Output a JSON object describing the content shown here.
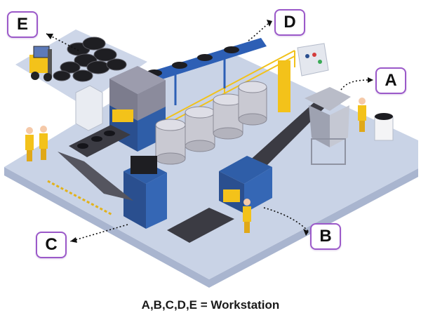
{
  "workstations": [
    {
      "id": "workstation-e",
      "label": "E"
    },
    {
      "id": "workstation-d",
      "label": "D"
    },
    {
      "id": "workstation-a",
      "label": "A"
    },
    {
      "id": "workstation-c",
      "label": "C"
    },
    {
      "id": "workstation-b",
      "label": "B"
    }
  ],
  "caption": "A,B,C,D,E = Workstation",
  "colors": {
    "label_border": "#9b59c9",
    "floor": "#c9d3e6",
    "machine_blue": "#2a4f8f",
    "accent_yellow": "#f3c21a",
    "tank_silver": "#c9c9d2",
    "tire_black": "#1e1e22"
  }
}
